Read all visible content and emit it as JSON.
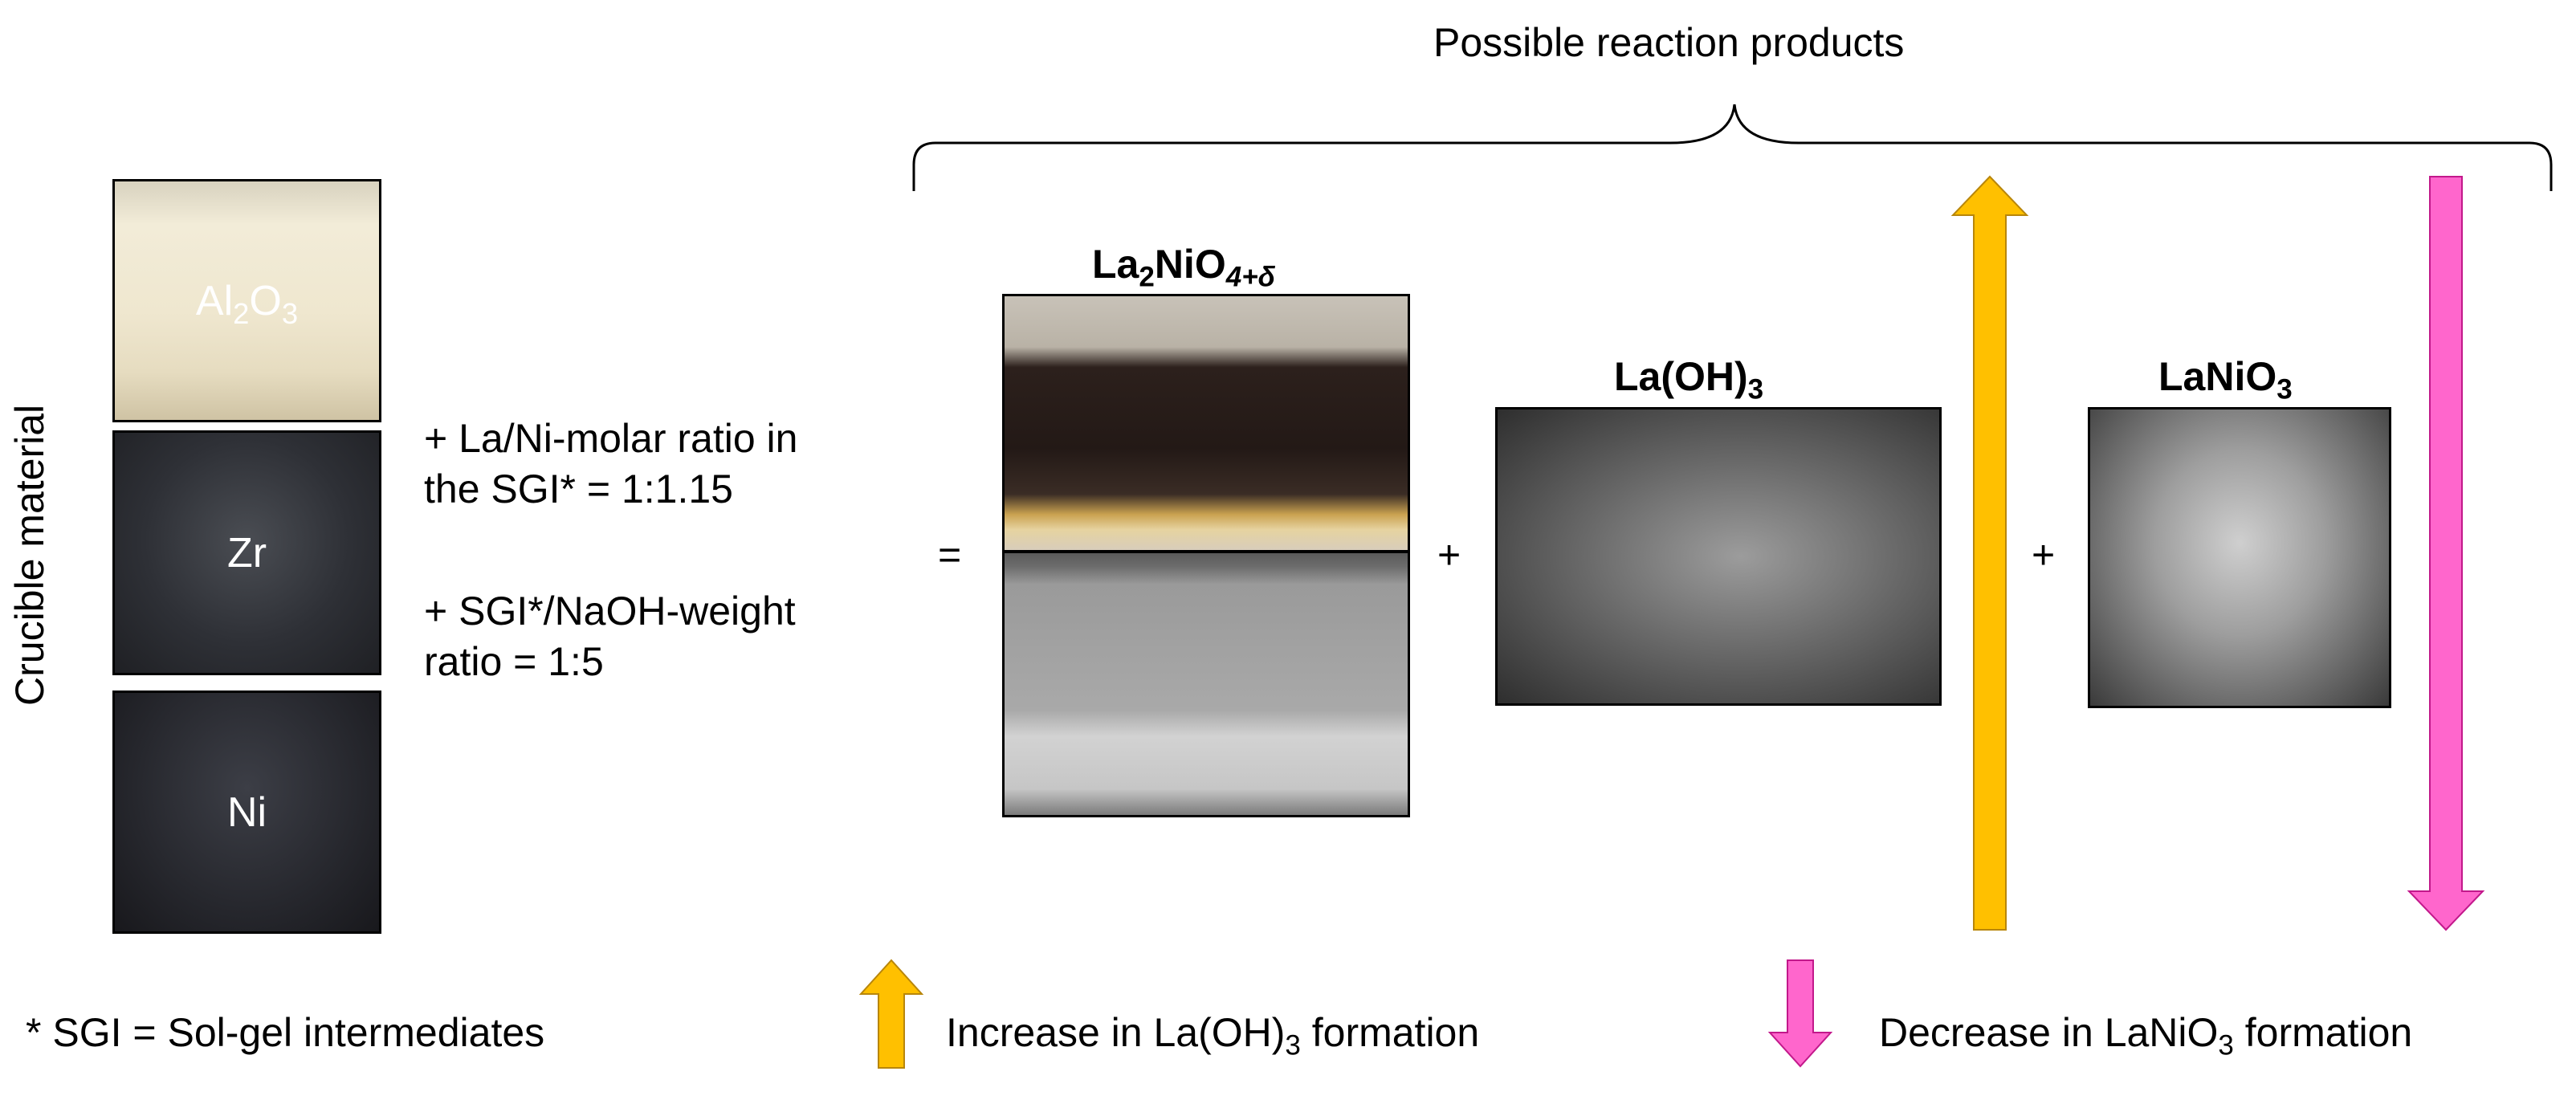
{
  "header": {
    "title": "Possible reaction products"
  },
  "crucible": {
    "axis_label": "Crucible material",
    "items": [
      {
        "label_main": "Al",
        "label_sub1": "2",
        "label_mid": "O",
        "label_sub2": "3"
      },
      {
        "label_main": "Zr"
      },
      {
        "label_main": "Ni"
      }
    ]
  },
  "conditions": {
    "line1a": "+ La/Ni-molar ratio in",
    "line1b": "the SGI* = 1:1.15",
    "line2a": "+ SGI*/NaOH-weight",
    "line2b": "ratio = 1:5"
  },
  "operators": {
    "equals": "=",
    "plus1": "+",
    "plus2": "+"
  },
  "products": {
    "p1": {
      "main": "La",
      "sub1": "2",
      "mid": "NiO",
      "sub2": "4+δ"
    },
    "p2": {
      "main": "La(OH)",
      "sub": "3"
    },
    "p3": {
      "main": "LaNiO",
      "sub": "3"
    }
  },
  "footnote": "* SGI = Sol-gel intermediates",
  "legend": {
    "increase_pre": "Increase in La(OH)",
    "increase_sub": "3",
    "increase_post": " formation",
    "decrease_pre": "Decrease in LaNiO",
    "decrease_sub": "3",
    "decrease_post": " formation"
  },
  "colors": {
    "increase_arrow": "#FFC000",
    "decrease_arrow": "#FF66CC"
  }
}
